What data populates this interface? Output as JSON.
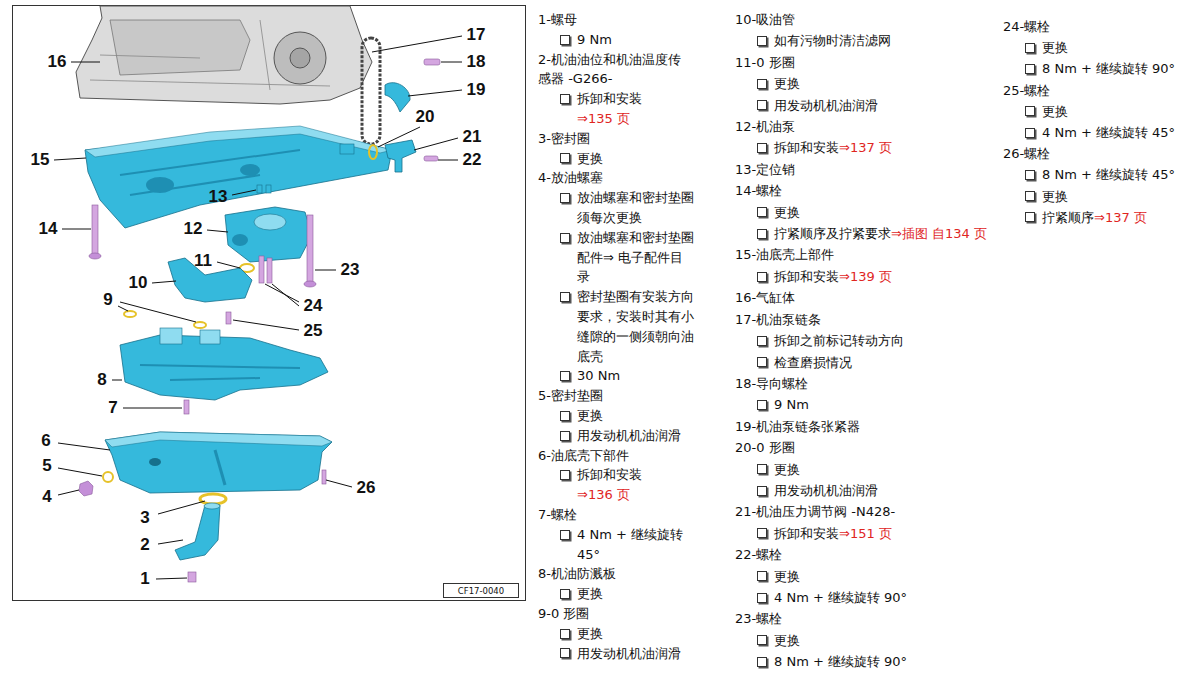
{
  "diagram": {
    "labels": [
      "16",
      "17",
      "18",
      "19",
      "15",
      "20",
      "21",
      "22",
      "13",
      "14",
      "12",
      "11",
      "10",
      "23",
      "9",
      "24",
      "25",
      "8",
      "7",
      "6",
      "5",
      "4",
      "26",
      "3",
      "2",
      "1",
      "CF17-0040",
      "1-螺母",
      "9 Nm",
      "2-机油油位和机油温度传 感器 -G266-",
      "拆卸和安装",
      "⇒135 页",
      "3-密封圈",
      "更换",
      "4-放油螺塞",
      "放油螺塞和密封垫圈 须每次更换",
      "放油螺塞和密封垫圈 配件⇒ 电子配件目 录",
      "密封垫圈有安装方向 要求，安装时其有小 缝隙的一侧须朝向油 底壳",
      "30 Nm",
      "5-密封垫圈",
      "更换",
      "用发动机机油润滑",
      "6-油底壳下部件",
      "拆卸和安装",
      "⇒136 页",
      "7-螺栓",
      "4 Nm + 继续旋转 45°",
      "8-机油防溅板",
      "更换",
      "9-0 形圈",
      "更换",
      "用发动机机油润滑",
      "10-吸油管",
      "如有污物时清洁滤网",
      "11-0 形圈",
      "更换",
      "用发动机机油润滑",
      "12-机油泵",
      "拆卸和安装",
      "⇒137 页",
      "13-定位销",
      "14-螺栓",
      "更换",
      "拧紧顺序及拧紧要求",
      "⇒插图 自134 页",
      "15-油底壳上部件",
      "拆卸和安装",
      "⇒139 页",
      "16-气缸体",
      "17-机油泵链条",
      "拆卸之前标记转动方向",
      "检查磨损情况",
      "18-导向螺栓",
      "9 Nm",
      "19-机油泵链条张紧器",
      "20-0 形圈",
      "更换",
      "用发动机机油润滑",
      "21-机油压力调节阀 -N428-",
      "拆卸和安装",
      "⇒151 页",
      "22-螺栓",
      "更换",
      "4 Nm + 继续旋转 90°",
      "23-螺栓",
      "更换",
      "8 Nm + 继续旋转 90°",
      "24-螺栓",
      "更换",
      "8 Nm + 继续旋转 90°",
      "25-螺栓",
      "更换",
      "4 Nm + 继续旋转 45°",
      "26-螺栓",
      "8 Nm + 继续旋转 45°",
      "更换",
      "拧紧顺序",
      "⇒137 页"
    ]
  }
}
